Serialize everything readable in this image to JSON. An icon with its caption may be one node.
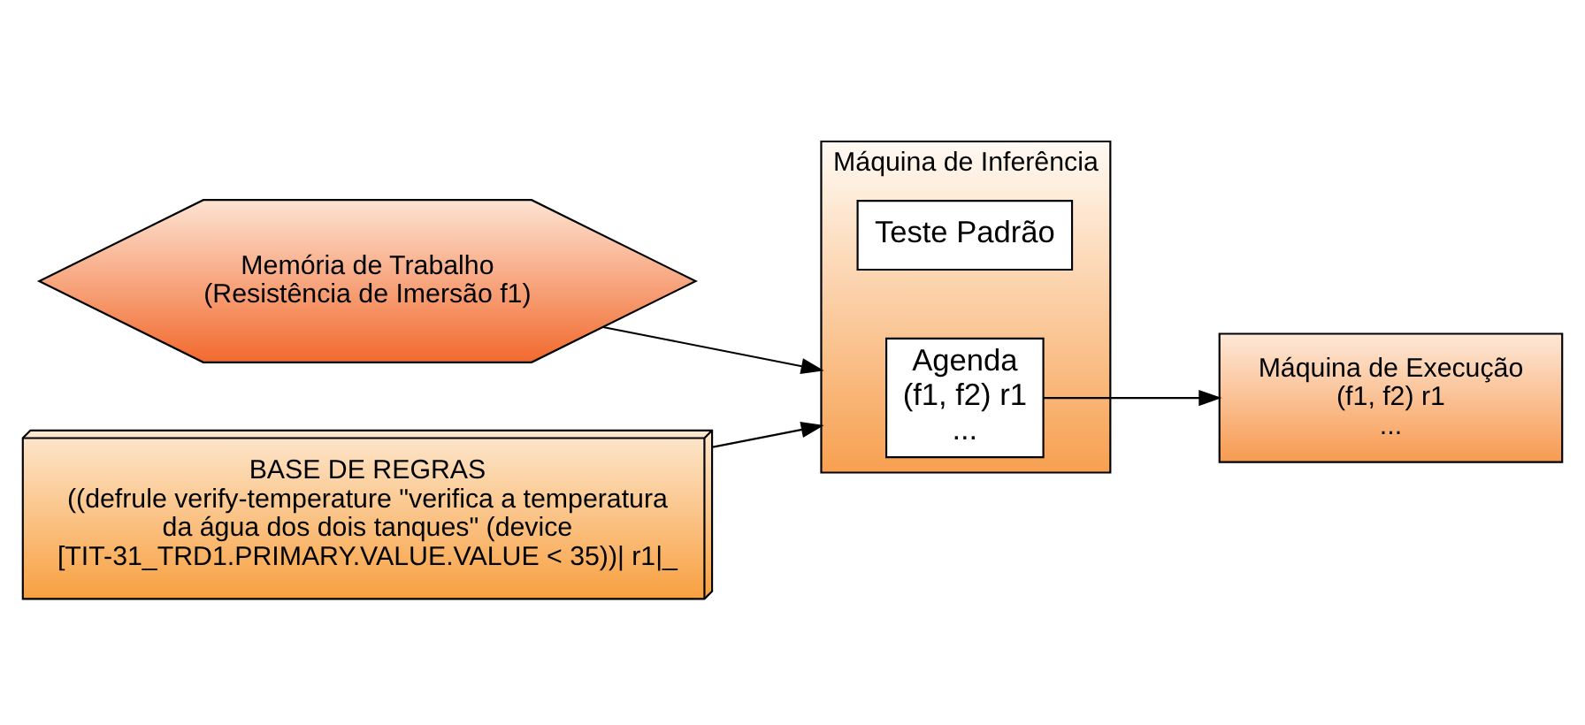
{
  "diagram": {
    "nodes": [
      {
        "text": [
          "Máquina de Inferência"
        ]
      },
      {
        "text": [
          "Teste Padrão"
        ],
        "in": 0
      },
      {
        "text": [
          "Agenda",
          "(f1, f2) r1",
          "..."
        ],
        "in": 0
      },
      {
        "text": [
          "Memória de Trabalho",
          "(Resistência de Imersão f1)"
        ]
      },
      {
        "text": [
          "BASE DE REGRAS",
          "((defrule verify-temperature \"verifica a temperatura da água dos dois tanques\" (device [TIT-31_TRD1.PRIMARY.VALUE.VALUE < 35))| r1|_"
        ]
      },
      {
        "text": [
          "Máquina de Execução",
          "(f1, f2) r1",
          "..."
        ]
      }
    ],
    "edges": [
      {
        "from": 3,
        "to": 0,
        "arrow": "to"
      },
      {
        "from": 4,
        "to": 0,
        "arrow": "to"
      },
      {
        "from": 2,
        "to": 5,
        "arrow": "to"
      }
    ]
  }
}
